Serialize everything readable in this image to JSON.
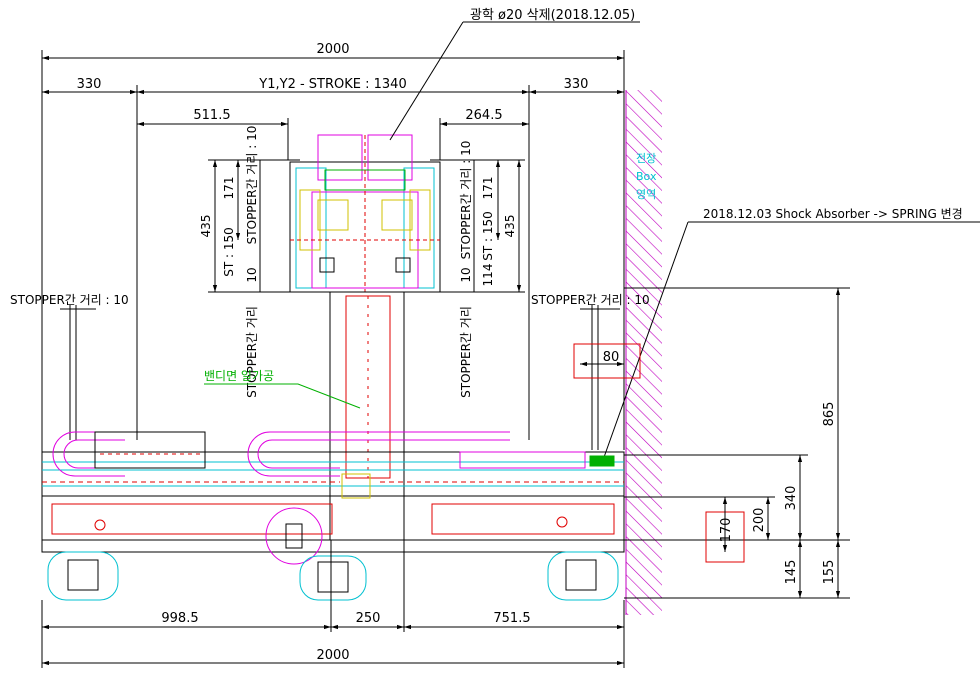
{
  "notes": {
    "top_revision": "광학 ø20 삭제(2018.12.05)",
    "right_revision": "2018.12.03 Shock Absorber -> SPRING 변경",
    "left_stopper": "STOPPER간 거리 : 10",
    "right_stopper": "STOPPER간 거리 : 10",
    "vert_stopper_left_top": "STOPPER간 거리 : 10",
    "vert_stopper_right_top": "STOPPER간 거리 : 10",
    "vert_stopper_left_mid": "STOPPER간 거리",
    "vert_stopper_right_mid": "STOPPER간 거리",
    "st_left": "ST : 150",
    "st_right": "ST : 150",
    "green_note": "밴디면 일가공",
    "cyan_note": [
      "전장",
      "Box",
      "영역"
    ]
  },
  "dimensions": {
    "total_top": "2000",
    "left_330": "330",
    "stroke": "Y1,Y2 - STROKE : 1340",
    "right_330": "330",
    "d_511_5": "511.5",
    "d_264_5": "264.5",
    "d_435_left": "435",
    "d_435_right": "435",
    "d_171_left": "171",
    "d_171_right": "171",
    "d_10_left": "10",
    "d_10_right": "10",
    "d_114": "114",
    "d_80": "80",
    "d_865": "865",
    "d_340": "340",
    "d_200": "200",
    "d_170": "170",
    "d_145": "145",
    "d_155": "155",
    "d_998_5": "998.5",
    "d_250": "250",
    "d_751_5": "751.5",
    "total_bottom": "2000"
  },
  "colors": {
    "line": "#000000",
    "magenta": "#e000e0",
    "cyan": "#00c0d0",
    "red": "#e00000",
    "green": "#00b000",
    "yellow": "#d0c000",
    "hatch": "#c000c0"
  }
}
